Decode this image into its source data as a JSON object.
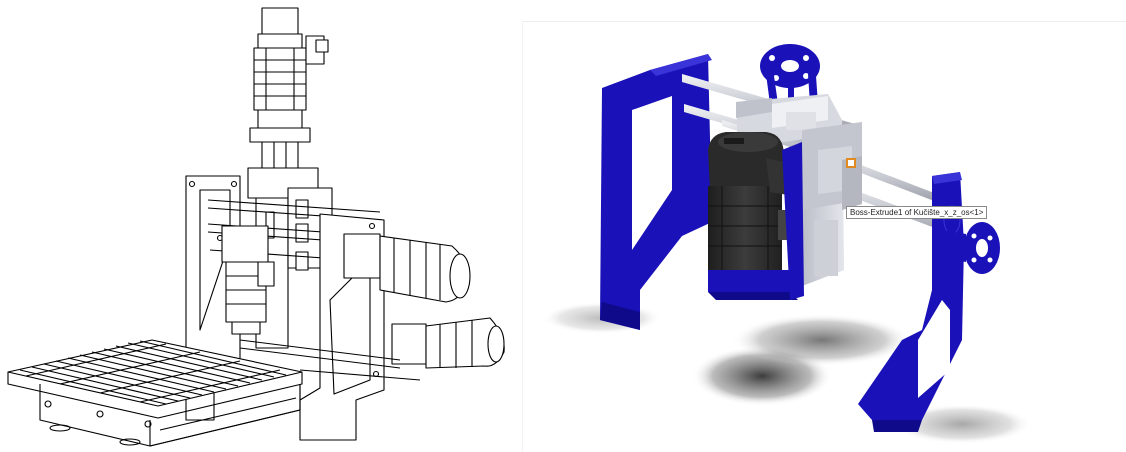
{
  "left_view": {
    "style": "line drawing",
    "line_color": "#000000"
  },
  "right_view": {
    "style": "shaded model",
    "frame_color": "#1a12b8",
    "part_color": "#c9ccd4",
    "motor_color": "#2e2e2e",
    "highlight_color": "#e08a20"
  },
  "tooltip": {
    "text": "Boss-Extrude1 of Kučište_x_z_os<1>"
  }
}
